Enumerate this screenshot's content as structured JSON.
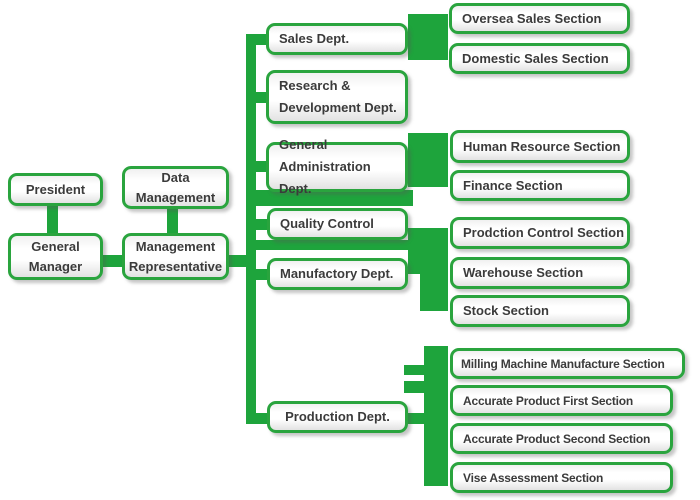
{
  "diagram_type": "organization-chart",
  "colors": {
    "connector_green": "#1ea43c",
    "box_border_green": "#2aa43e",
    "box_fill_top": "#ffffff",
    "box_fill_bottom": "#e2e2e2",
    "text": "#3b3b3b"
  },
  "nodes": {
    "president": "President",
    "general_manager": "General\nManager",
    "data_management": "Data\nManagement",
    "management_representative": "Management\nRepresentative",
    "sales_dept": "Sales Dept.",
    "research_dept": "Research &\nDevelopment Dept.",
    "general_admin_dept": "General\nAdministration Dept.",
    "quality_control": "Quality Control",
    "manufactory_dept": "Manufactory Dept.",
    "production_dept": "Production Dept.",
    "oversea_sales": "Oversea Sales Section",
    "domestic_sales": "Domestic Sales Section",
    "human_resource": "Human Resource Section",
    "finance": "Finance Section",
    "prodction_control": "Prodction Control Section",
    "warehouse": "Warehouse Section",
    "stock": "Stock Section",
    "milling_machine": "Milling Machine Manufacture Section",
    "accurate_first": "Accurate Product First Section",
    "accurate_second": "Accurate Product Second Section",
    "vise_assessment": "Vise Assessment Section"
  },
  "edges": [
    [
      "President",
      "General Manager"
    ],
    [
      "Data Management",
      "Management Representative"
    ],
    [
      "General Manager",
      "Management Representative"
    ],
    [
      "Management Representative",
      "Sales Dept."
    ],
    [
      "Management Representative",
      "Research & Development Dept."
    ],
    [
      "Management Representative",
      "General Administration Dept."
    ],
    [
      "Management Representative",
      "Quality Control"
    ],
    [
      "Management Representative",
      "Manufactory Dept."
    ],
    [
      "Management Representative",
      "Production Dept."
    ],
    [
      "Sales Dept.",
      "Oversea Sales Section"
    ],
    [
      "Sales Dept.",
      "Domestic Sales Section"
    ],
    [
      "General Administration Dept.",
      "Human Resource Section"
    ],
    [
      "General Administration Dept.",
      "Finance Section"
    ],
    [
      "Manufactory Dept.",
      "Prodction Control Section"
    ],
    [
      "Manufactory Dept.",
      "Warehouse Section"
    ],
    [
      "Manufactory Dept.",
      "Stock Section"
    ],
    [
      "Production Dept.",
      "Milling Machine Manufacture Section"
    ],
    [
      "Production Dept.",
      "Accurate Product First Section"
    ],
    [
      "Production Dept.",
      "Accurate Product Second Section"
    ],
    [
      "Production Dept.",
      "Vise Assessment Section"
    ]
  ]
}
